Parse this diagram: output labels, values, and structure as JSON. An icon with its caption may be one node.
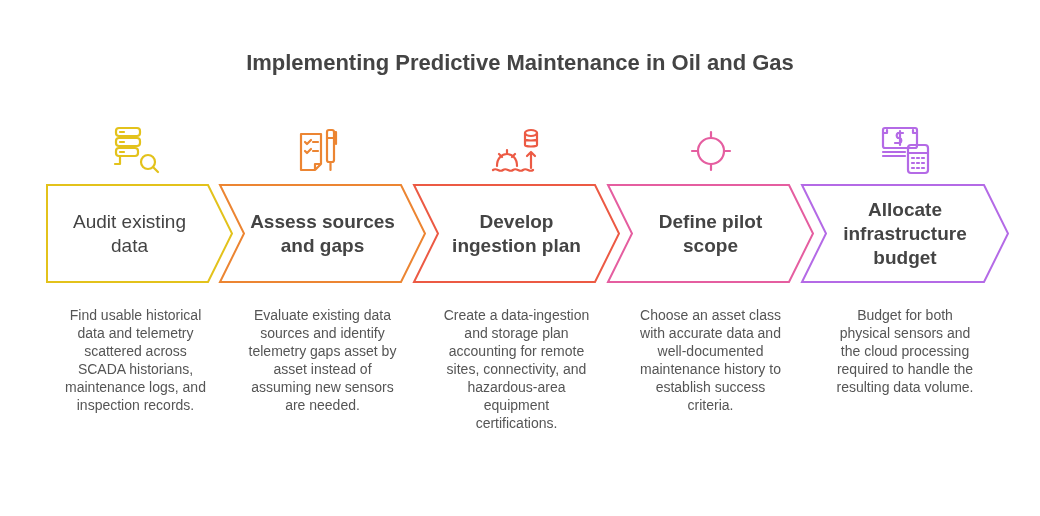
{
  "diagram": {
    "title": "Implementing Predictive Maintenance in Oil and Gas",
    "nodes": [
      {
        "text": [
          "Audit existing data"
        ],
        "beside": [
          "Find usable historical data and telemetry scattered across SCADA historians, maintenance logs, and inspection records."
        ]
      },
      {
        "text": [
          "Assess sources and gaps"
        ],
        "beside": [
          "Evaluate existing data sources and identify telemetry gaps asset by asset instead of assuming new sensors are needed."
        ]
      },
      {
        "text": [
          "Develop ingestion plan"
        ],
        "beside": [
          "Create a data-ingestion and storage plan accounting for remote sites, connectivity, and hazardous-area equipment certifications."
        ]
      },
      {
        "text": [
          "Define pilot scope"
        ],
        "beside": [
          "Choose an asset class with accurate data and well-documented maintenance history to establish success criteria."
        ]
      },
      {
        "text": [
          "Allocate infrastructure budget"
        ],
        "beside": [
          "Budget for both physical sensors and the cloud processing required to handle the resulting data volume."
        ]
      }
    ]
  }
}
